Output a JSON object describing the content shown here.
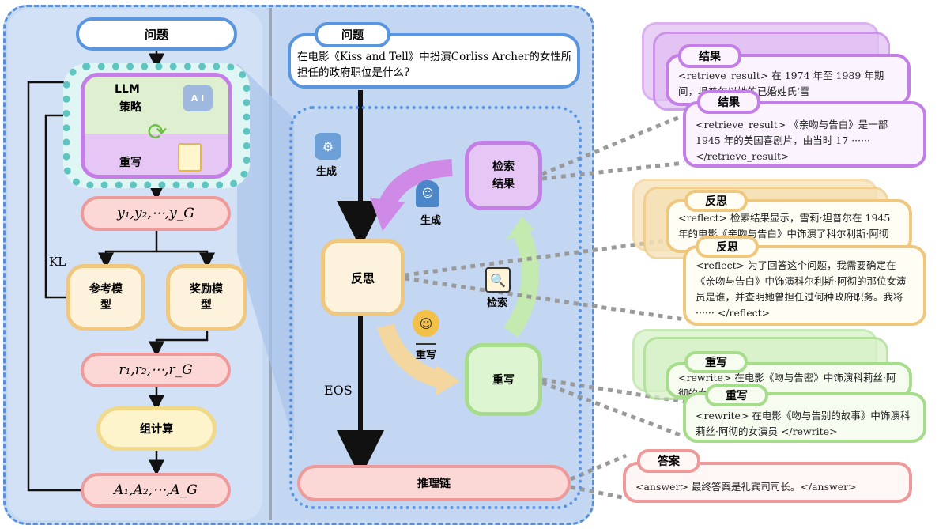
{
  "left": {
    "question": "问题",
    "llm_label": "LLM",
    "policy_label": "策略",
    "ai_badge": "A I",
    "rewrite_label": "重写",
    "outputs": "y₁,y₂,⋯,y_G",
    "kl": "KL",
    "reference_model": "参考模型",
    "reward_model": "奖励模型",
    "rewards": "r₁,r₂,⋯,r_G",
    "group_compute": "组计算",
    "advantages": "A₁,A₂,⋯,A_G"
  },
  "right": {
    "question_tag": "问题",
    "question_text": "在电影《Kiss and Tell》中扮演Corliss Archer的女性所担任的政府职位是什么?",
    "generate_top": "生成",
    "generate_mid": "生成",
    "reflect": "反思",
    "retrieve_result": "检索结果",
    "retrieve": "检索",
    "rewrite_small": "重写",
    "rewrite_box": "重写",
    "eos": "EOS",
    "chain": "推理链"
  },
  "cards": {
    "result_tag_back": "结果",
    "result_back_text": "<retrieve_result> 在 1974 年至 1989 年期间，坦普尔以她的已婚姓氏‘雪",
    "result_tag_front": "结果",
    "result_front_text": "<retrieve_result> 《亲吻与告白》是一部 1945 年的美国喜剧片，由当时 17 ······ </retrieve_result>",
    "reflect_tag_back": "反思",
    "reflect_back_text": "<reflect> 检索结果显示，雪莉·坦普尔在 1945 年的电影《亲吻与告白》中饰演了科尔利斯·阿彻",
    "reflect_tag_front": "反思",
    "reflect_front_text": "<reflect> 为了回答这个问题，我需要确定在《亲吻与告白》中饰演科尔利斯·阿彻的那位女演员是谁，并查明她曾担任过何种政府职务。我将 ······ </reflect>",
    "rewrite_tag_back": "重写",
    "rewrite_back_text": "<rewrite> 在电影《吻与告密》中饰演科莉丝·阿彻的女演员",
    "rewrite_tag_front": "重写",
    "rewrite_front_text": "<rewrite> 在电影《吻与告别的故事》中饰演科莉丝·阿彻的女演员 </rewrite>",
    "answer_tag": "答案",
    "answer_text": "<answer>  最终答案是礼宾司司长。</answer>"
  },
  "colors": {
    "blue": "#5a95e0",
    "pink": "#ee9a9a",
    "yellow": "#efc77e",
    "purple": "#c47fe6",
    "green": "#a6dc8c",
    "teal": "#5fc5c0"
  }
}
